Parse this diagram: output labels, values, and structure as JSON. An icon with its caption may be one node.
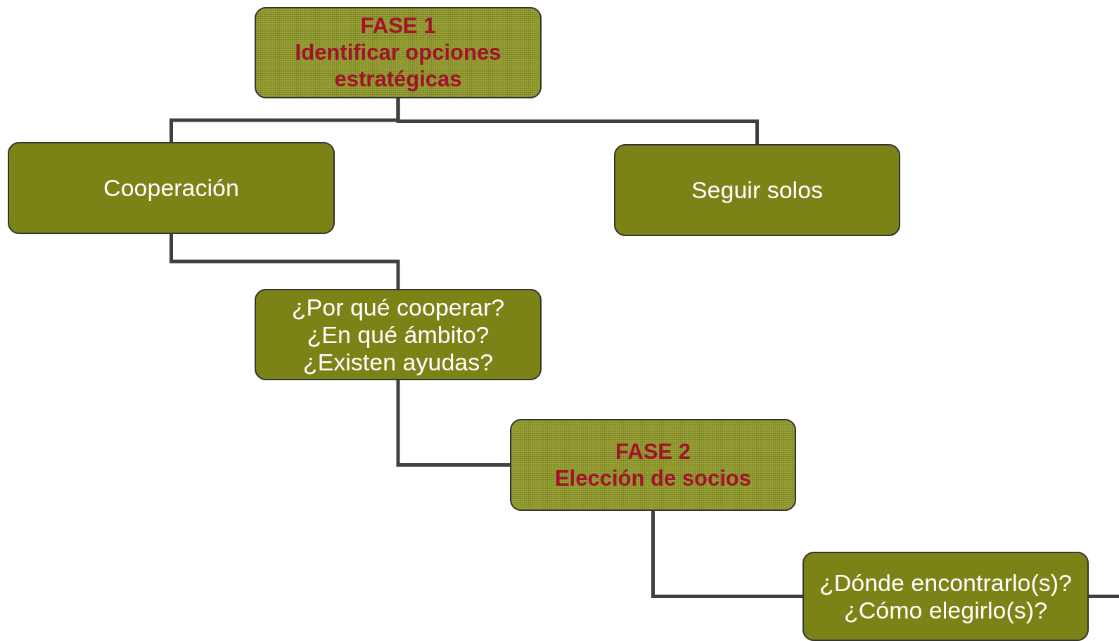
{
  "diagram": {
    "nodes": [
      {
        "text": [
          "FASE 1",
          "Identificar opciones estratégicas"
        ]
      },
      {
        "text": [
          "Cooperación"
        ]
      },
      {
        "text": [
          "Seguir solos"
        ]
      },
      {
        "text": [
          "¿Por qué cooperar?",
          "¿En qué ámbito?",
          "¿Existen ayudas?"
        ]
      },
      {
        "text": [
          "FASE 2",
          "Elección de socios"
        ]
      },
      {
        "text": [
          "¿Dónde encontrarlo(s)?",
          "¿Cómo elegirlo(s)?"
        ]
      }
    ],
    "edges": [
      {
        "from": 0,
        "to": 1,
        "arrow": "none"
      },
      {
        "from": 0,
        "to": 2,
        "arrow": "none"
      },
      {
        "from": 1,
        "to": 3,
        "arrow": "none"
      },
      {
        "from": 3,
        "to": 4,
        "arrow": "none"
      },
      {
        "from": 4,
        "to": 5,
        "arrow": "none"
      },
      {
        "from": 5,
        "to": null,
        "arrow": "none"
      }
    ]
  }
}
